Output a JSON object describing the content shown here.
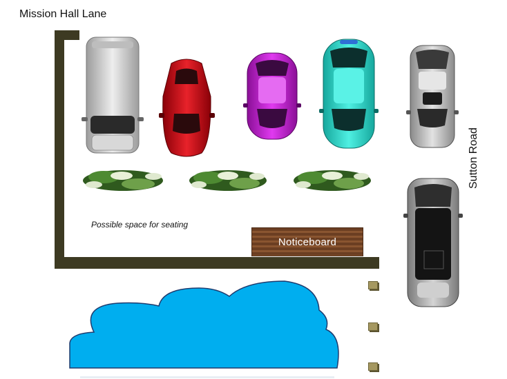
{
  "labels": {
    "street_top": "Mission Hall Lane",
    "street_side": "Sutton Road",
    "seating": "Possible space for seating",
    "noticeboard": "Noticeboard"
  },
  "colors": {
    "wall": "#3d3a22",
    "pond": "#00aeef",
    "pond_outline": "#1f3b6e",
    "noticeboard": "#7a4a2a",
    "hedge": "#2f5a1e",
    "bollard": "#a59860"
  },
  "cars": [
    {
      "name": "white-van",
      "color": "#d9d9d9"
    },
    {
      "name": "red-sports-car",
      "color": "#d0121a"
    },
    {
      "name": "magenta-beetle",
      "color": "#c21ed2"
    },
    {
      "name": "turquoise-beetle",
      "color": "#2fd6c9"
    },
    {
      "name": "silver-hatchback",
      "color": "#c8c8c8"
    },
    {
      "name": "silver-suv",
      "color": "#b8b8b8"
    }
  ]
}
